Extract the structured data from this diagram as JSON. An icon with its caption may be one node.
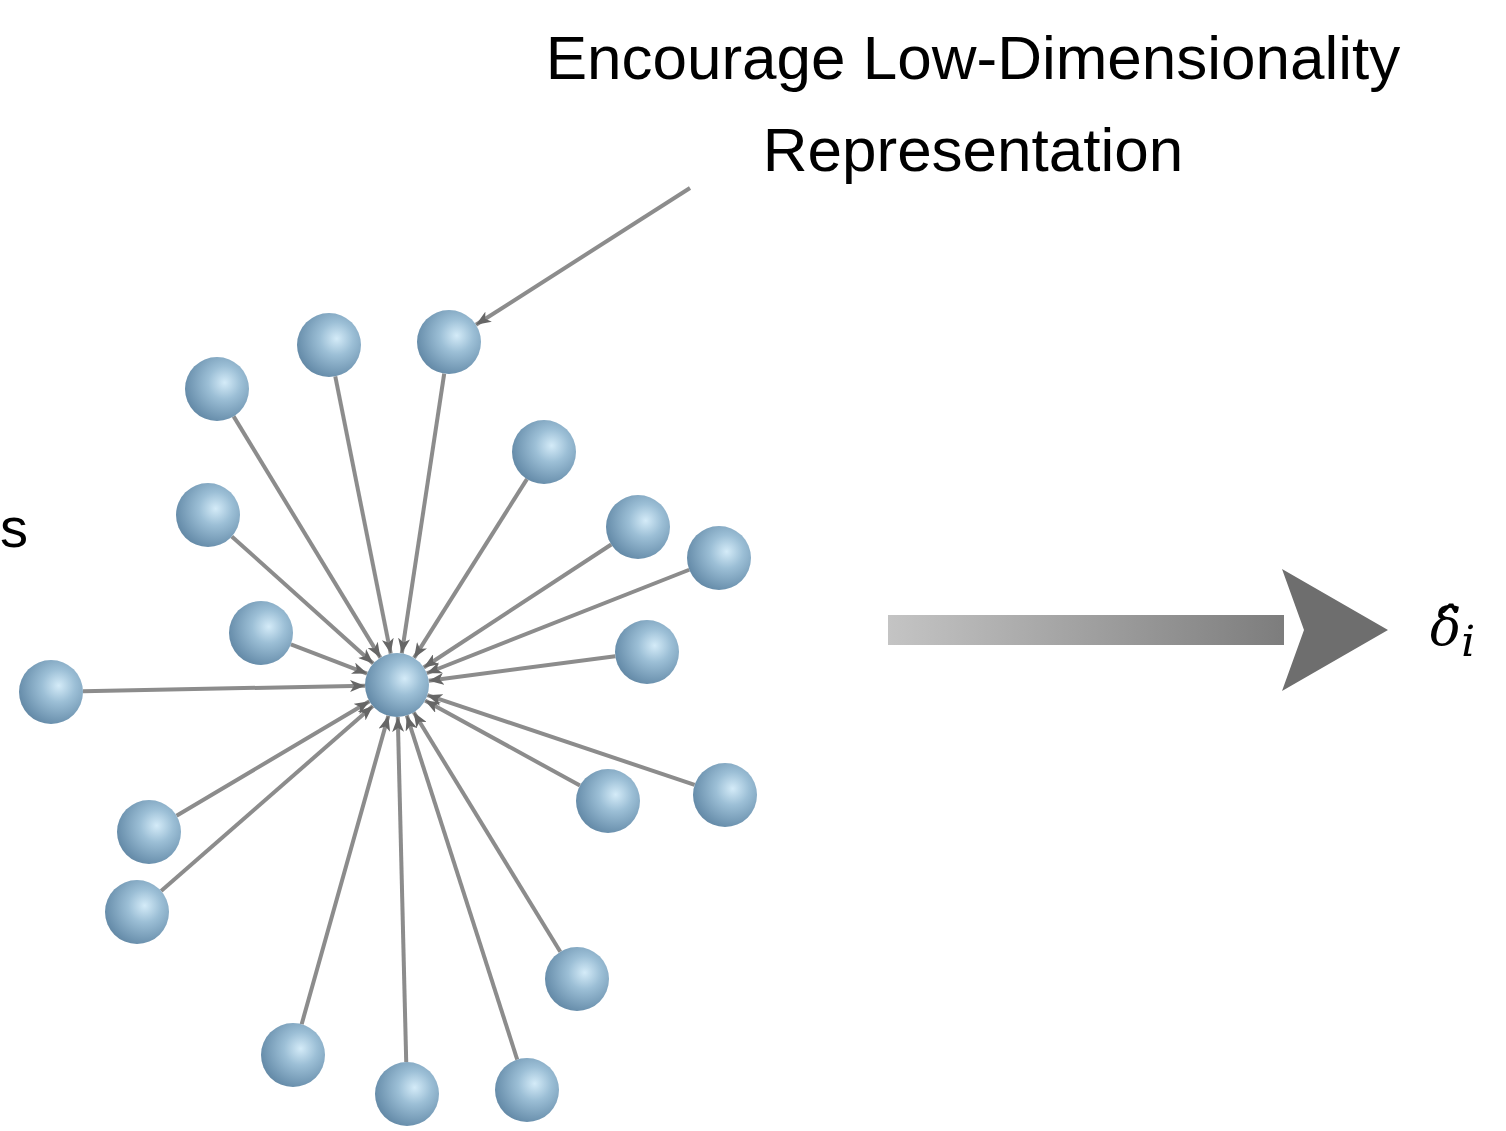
{
  "diagram": {
    "nodes": [
      {
        "text": [
          "Encourage Low-Dimensionality Representation"
        ]
      },
      {
        "text": [],
        "shape": "circle"
      },
      {
        "text": [],
        "shape": "circle"
      },
      {
        "text": [],
        "shape": "circle"
      },
      {
        "text": [],
        "shape": "circle"
      },
      {
        "text": [],
        "shape": "circle"
      },
      {
        "text": [],
        "shape": "circle"
      },
      {
        "text": [],
        "shape": "circle"
      },
      {
        "text": [],
        "shape": "circle"
      },
      {
        "text": [],
        "shape": "circle"
      },
      {
        "text": [],
        "shape": "circle"
      },
      {
        "text": [],
        "shape": "circle"
      },
      {
        "text": [],
        "shape": "circle"
      },
      {
        "text": [],
        "shape": "circle"
      },
      {
        "text": [],
        "shape": "circle"
      },
      {
        "text": [],
        "shape": "circle"
      },
      {
        "text": [],
        "shape": "circle"
      },
      {
        "text": [],
        "shape": "circle"
      },
      {
        "text": [],
        "shape": "circle"
      },
      {
        "text": [],
        "shape": "circle"
      },
      {
        "text": [
          "δ̂$_{i}$"
        ]
      }
    ],
    "edges": [
      {
        "from": 1,
        "to": 10,
        "arrow": "to"
      },
      {
        "from": 2,
        "to": 10,
        "arrow": "to"
      },
      {
        "from": 3,
        "to": 10,
        "arrow": "to"
      },
      {
        "from": 4,
        "to": 10,
        "arrow": "to"
      },
      {
        "from": 5,
        "to": 10,
        "arrow": "to"
      },
      {
        "from": 6,
        "to": 10,
        "arrow": "to"
      },
      {
        "from": 7,
        "to": 10,
        "arrow": "to"
      },
      {
        "from": 8,
        "to": 10,
        "arrow": "to"
      },
      {
        "from": 9,
        "to": 10,
        "arrow": "to"
      },
      {
        "from": 11,
        "to": 10,
        "arrow": "to"
      },
      {
        "from": 12,
        "to": 10,
        "arrow": "to"
      },
      {
        "from": 13,
        "to": 10,
        "arrow": "to"
      },
      {
        "from": 14,
        "to": 10,
        "arrow": "to"
      },
      {
        "from": 15,
        "to": 10,
        "arrow": "to"
      },
      {
        "from": 16,
        "to": 10,
        "arrow": "to"
      },
      {
        "from": 17,
        "to": 10,
        "arrow": "to"
      },
      {
        "from": 18,
        "to": 10,
        "arrow": "to"
      },
      {
        "from": 19,
        "to": 10,
        "arrow": "to"
      },
      {
        "from": 0,
        "to": 1,
        "arrow": "to"
      },
      {
        "from": null,
        "to": 20,
        "arrow": "to",
        "style": "thick"
      }
    ],
    "labels": [
      "s"
    ]
  }
}
